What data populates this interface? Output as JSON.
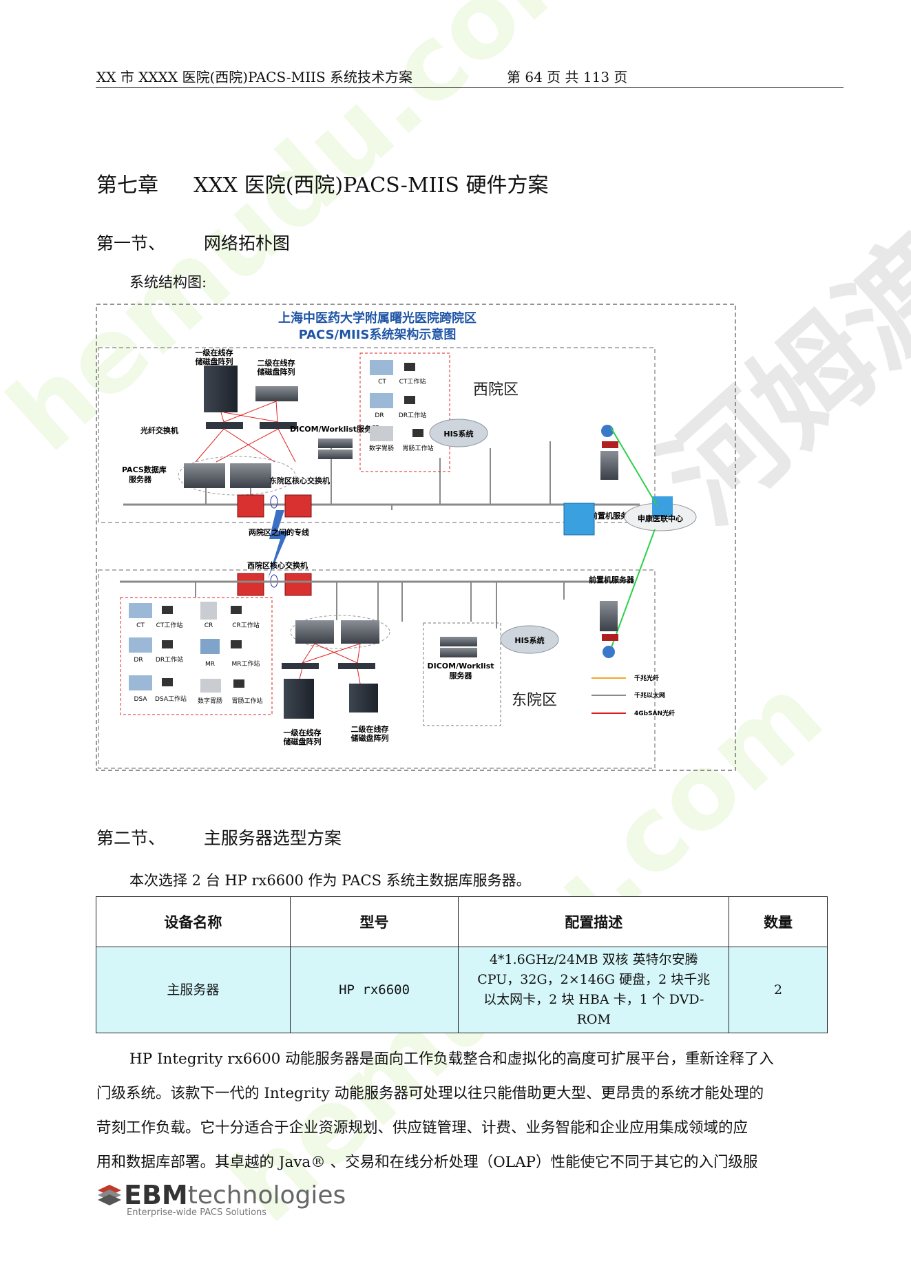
{
  "header": {
    "title": "XX 市 XXXX 医院(西院)PACS-MIIS 系统技术方案",
    "page_info": "第 64 页 共 113 页"
  },
  "chapter": {
    "label": "第七章",
    "title": "XXX 医院(西院)PACS-MIIS 硬件方案"
  },
  "section1": {
    "label": "第一节、",
    "title": "网络拓朴图",
    "caption": "系统结构图:"
  },
  "diagram": {
    "title_line1": "上海中医药大学附属曙光医院跨院区",
    "title_line2": "PACS/MIIS系统架构示意图",
    "west": {
      "region": "西院区",
      "storage1": "一级在线存\n储磁盘阵列",
      "storage2": "二级在线存\n储磁盘阵列",
      "fiber_switch": "光纤交换机",
      "db_server": "PACS数据库\n服务器",
      "core_switch": "东院区核心交换机",
      "dicom": "DICOM/Worklist服务器",
      "his": "HIS系统",
      "frontend": "前置机服务器",
      "modalities": [
        "CT",
        "CT工作站",
        "DR",
        "DR工作站",
        "数字胃肠",
        "胃肠工作站"
      ]
    },
    "link": "两院区之间的专线",
    "center": "申康医联中心",
    "east": {
      "region": "东院区",
      "core_switch": "西院区核心交换机",
      "frontend": "前置机服务器",
      "his": "HIS系统",
      "dicom": "DICOM/Worklist\n服务器",
      "storage1": "一级在线存\n储磁盘阵列",
      "storage2": "二级在线存\n储磁盘阵列",
      "modalities": [
        "CT",
        "CT工作站",
        "CR",
        "CR工作站",
        "DR",
        "DR工作站",
        "MR",
        "MR工作站",
        "DSA",
        "DSA工作站",
        "数字胃肠",
        "胃肠工作站"
      ]
    },
    "legend": [
      {
        "label": "千兆光纤",
        "color": "#f5a623"
      },
      {
        "label": "千兆以太网",
        "color": "#8a8a8a"
      },
      {
        "label": "4GbSAN光纤",
        "color": "#e02020"
      }
    ]
  },
  "section2": {
    "label": "第二节、",
    "title": "主服务器选型方案",
    "intro": "本次选择 2 台 HP rx6600 作为 PACS 系统主数据库服务器。"
  },
  "table": {
    "headers": [
      "设备名称",
      "型号",
      "配置描述",
      "数量"
    ],
    "row": {
      "name": "主服务器",
      "model": "HP rx6600",
      "config_lines": [
        "4*1.6GHz/24MB 双核  英特尔安腾",
        "CPU，32G，2×146G 硬盘，2 块千兆",
        "以太网卡，2 块 HBA 卡，1 个 DVD-",
        "ROM"
      ],
      "qty": "2"
    }
  },
  "paragraph": {
    "lines": [
      "HP Integrity rx6600  动能服务器是面向工作负载整合和虚拟化的高度可扩展平台，重新诠释了入",
      "门级系统。该款下一代的  Integrity  动能服务器可处理以往只能借助更大型、更昂贵的系统才能处理的",
      "苛刻工作负载。它十分适合于企业资源规划、供应链管理、计费、业务智能和企业应用集成领域的应",
      "用和数据库部署。其卓越的 Java® 、交易和在线分析处理（OLAP）性能使它不同于其它的入门级服"
    ]
  },
  "watermark": {
    "chinese": "河姆渡",
    "latin": "hemudu.com"
  },
  "logo": {
    "brand_bold": "EBM",
    "brand_light": "technologies",
    "tagline": "Enterprise-wide PACS Solutions"
  }
}
